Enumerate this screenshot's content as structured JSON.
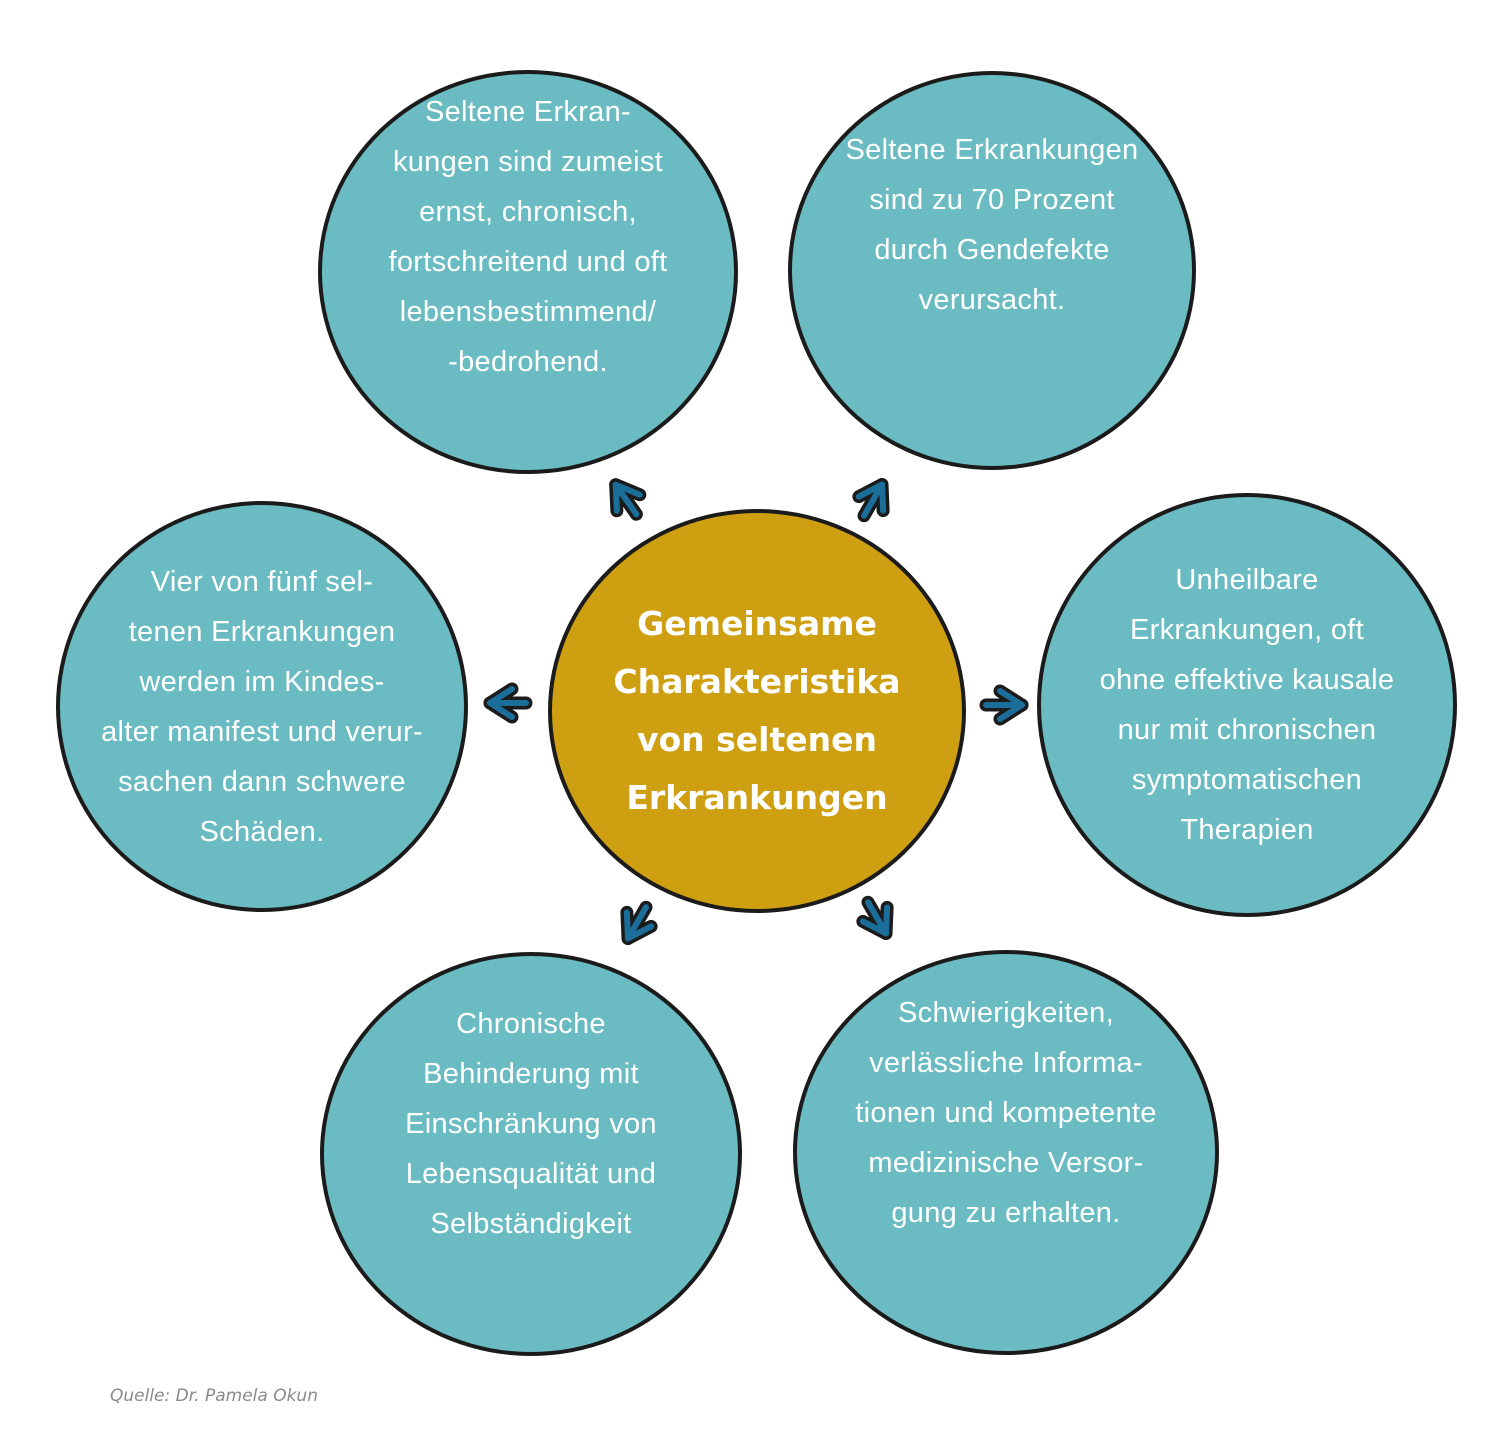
{
  "center": {
    "text": "Gemeinsame\nCharakteristika\nvon seltenen\nErkrankungen",
    "color": "#cf9f12"
  },
  "nodes": {
    "top_left": "Seltene Erkran-\nkungen sind zumeist\nernst, chronisch,\nfortschreitend und oft\nlebensbestimmend/\n-bedrohend.",
    "top_right": "Seltene Erkrankungen\nsind zu 70 Prozent\ndurch Gendefekte\nverursacht.",
    "mid_left": "Vier von fünf sel-\ntenen Erkrankungen\nwerden im Kindes-\nalter manifest und verur-\nsachen dann schwere\nSchäden.",
    "mid_right": "Unheilbare\nErkrankungen, oft\nohne effektive kausale\nnur mit chronischen\nsymptomatischen\nTherapien",
    "bottom_left": "Chronische\nBehinderung mit\nEinschränkung von\nLebensqualität und\nSelbständigkeit",
    "bottom_right": "Schwierigkeiten,\nverlässliche Informa-\ntionen und kompetente\nmedizinische Versor-\ngung zu erhalten."
  },
  "node_color": "#6abcc2",
  "arrow_color": "#1c6e9a",
  "source": "Quelle: Dr. Pamela Okun"
}
